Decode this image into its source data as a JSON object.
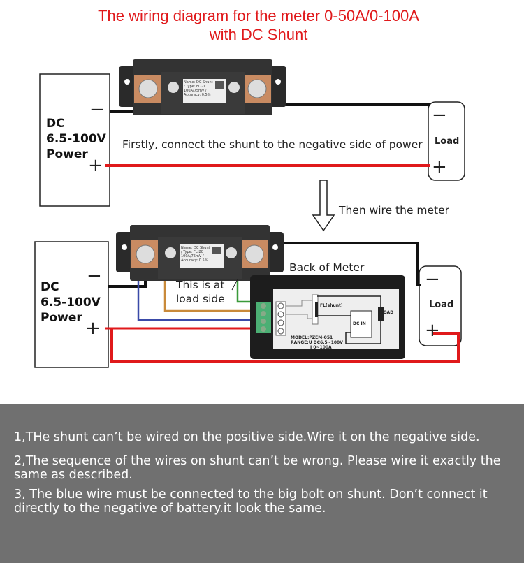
{
  "title": {
    "line1": "The wiring diagram for the meter 0-50A/0-100A",
    "line2": "with DC Shunt"
  },
  "top_diagram": {
    "power": {
      "line1": "DC",
      "line2": "6.5-100V",
      "line3": "Power",
      "minus": "−",
      "plus": "+"
    },
    "load": {
      "label": "Load",
      "minus": "−",
      "plus": "+"
    },
    "instruction": "Firstly, connect the shunt to the negative side of power"
  },
  "step_arrow": {
    "label": "Then wire the meter"
  },
  "bottom_diagram": {
    "power": {
      "line1": "DC",
      "line2": "6.5-100V",
      "line3": "Power",
      "minus": "−",
      "plus": "+"
    },
    "load": {
      "label": "Load",
      "minus": "−",
      "plus": "+"
    },
    "load_side_note": {
      "line1": "This is at",
      "line2": "load side"
    },
    "meter": {
      "title": "Back of Meter",
      "shunt_label": "FL(shunt)",
      "dc_in": "DC IN",
      "load": "LOAD",
      "model": "MODEL:PZEM-051",
      "range_u": "RANGE:U DC6.5~100V",
      "range_i": "I 0~100A"
    }
  },
  "shunt_label": "Name: DC Shunt / Type: FL-2C 100A/75mV / Accuracy: 0.5%",
  "wire_colors": {
    "black": "#111111",
    "red": "#e0191b",
    "green": "#3a9a3a",
    "orange": "#c98a3a",
    "blue": "#3a4aa8",
    "brown": "#8a2a2a"
  },
  "notes": [
    "1,THe shunt can’t be wired on the positive side.Wire it on the negative side.",
    "2,The sequence of the wires on shunt can’t be wrong. Please wire it exactly the same as described.",
    "3, The blue wire must be connected to the big bolt on shunt. Don’t connect it directly to the negative of battery.it look the same."
  ]
}
